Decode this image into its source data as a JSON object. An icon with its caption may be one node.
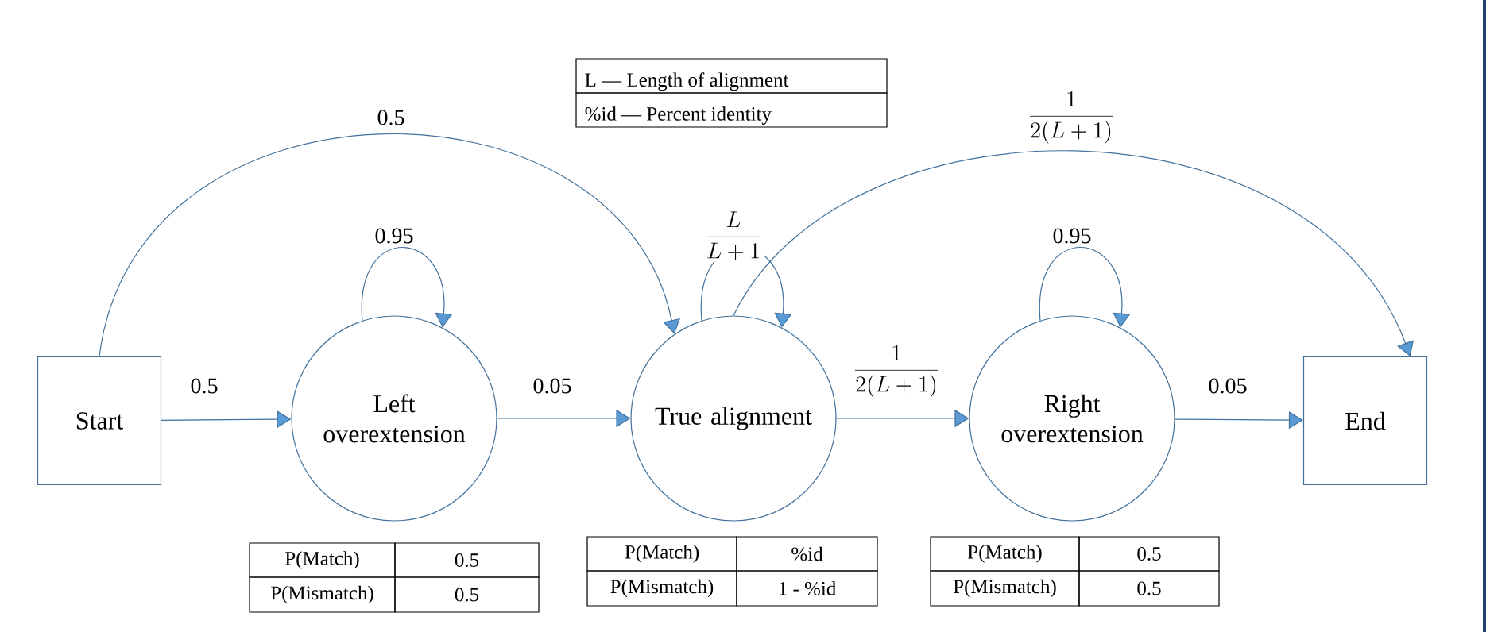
{
  "diagram": {
    "nodes": [
      {
        "text": [
          "Start"
        ]
      },
      {
        "text": [
          "Left overextension"
        ]
      },
      {
        "text": [
          "True alignment"
        ]
      },
      {
        "text": [
          "Right overextension"
        ]
      },
      {
        "text": [
          "End"
        ]
      }
    ],
    "edges": [
      {
        "from": 0,
        "to": 1,
        "arrow": "to",
        "label": "0.5"
      },
      {
        "from": 1,
        "to": 1,
        "arrow": "to",
        "label": "0.95"
      },
      {
        "from": 0,
        "to": 2,
        "arrow": "to",
        "label": "0.5"
      },
      {
        "from": 1,
        "to": 2,
        "arrow": "to",
        "label": "0.05"
      },
      {
        "from": 2,
        "to": 2,
        "arrow": "to",
        "label": "\\frac{L}{L+1}"
      },
      {
        "from": 2,
        "to": 4,
        "arrow": "to",
        "label": "\\frac{1}{2(L+1)}"
      },
      {
        "from": 2,
        "to": 3,
        "arrow": "to",
        "label": "\\frac{1}{2(L+1)}"
      },
      {
        "from": 3,
        "to": 3,
        "arrow": "to",
        "label": "0.95"
      },
      {
        "from": 3,
        "to": 4,
        "arrow": "to",
        "label": "0.05"
      }
    ],
    "labels": [
      "L — Length of alignment",
      "%id — Percent identity",
      "P(Match)",
      "0.5",
      "P(Mismatch)",
      "0.5",
      "P(Match)",
      "%id",
      "P(Mismatch)",
      "1 - %id",
      "P(Match)",
      "0.5",
      "P(Mismatch)",
      "0.5"
    ]
  }
}
